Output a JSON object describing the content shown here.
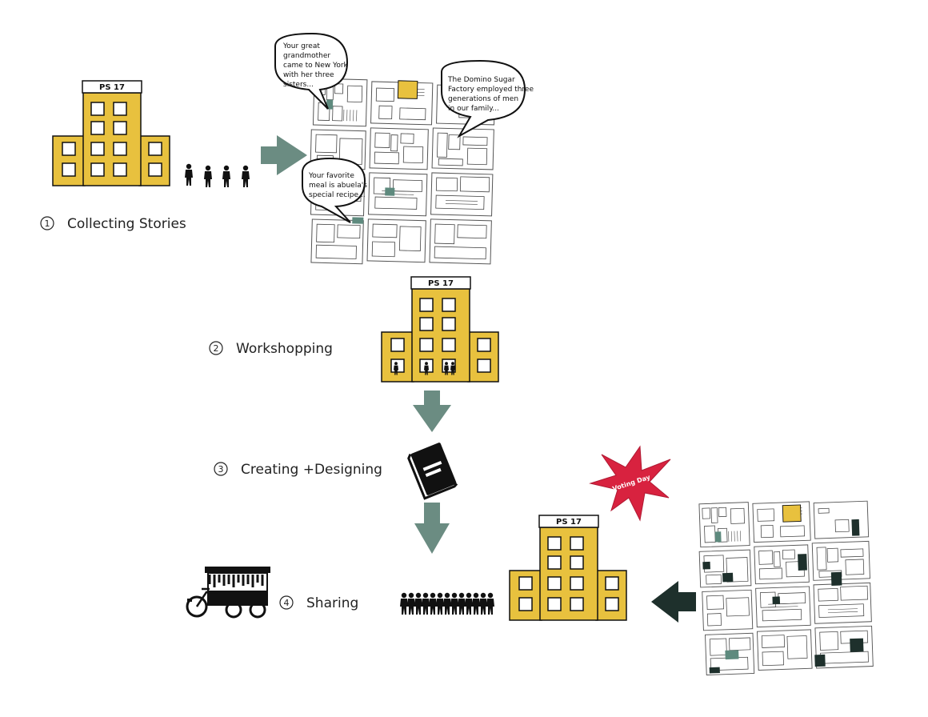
{
  "school_sign": "PS 17",
  "steps": [
    {
      "number": "1",
      "label": "Collecting Stories"
    },
    {
      "number": "2",
      "label": "Workshopping"
    },
    {
      "number": "3",
      "label": "Creating +Designing"
    },
    {
      "number": "4",
      "label": "Sharing"
    }
  ],
  "bubbles": [
    {
      "lines": [
        "Your great",
        "grandmother",
        "came to New York",
        "with her three",
        "sisters..."
      ]
    },
    {
      "lines": [
        "The Domino Sugar",
        "Factory employed three",
        "generations of men",
        "in our family..."
      ]
    },
    {
      "lines": [
        "Your favorite",
        "meal is abuela's",
        "special recipe..."
      ]
    }
  ],
  "burst_label": "Voting Day",
  "colors": {
    "building": "#E8C13E",
    "arrow_teal": "#6B8C82",
    "arrow_dark": "#1E302C",
    "burst": "#D8223F",
    "map_fill_teal": "#5E8A7E",
    "ink": "#111111"
  }
}
